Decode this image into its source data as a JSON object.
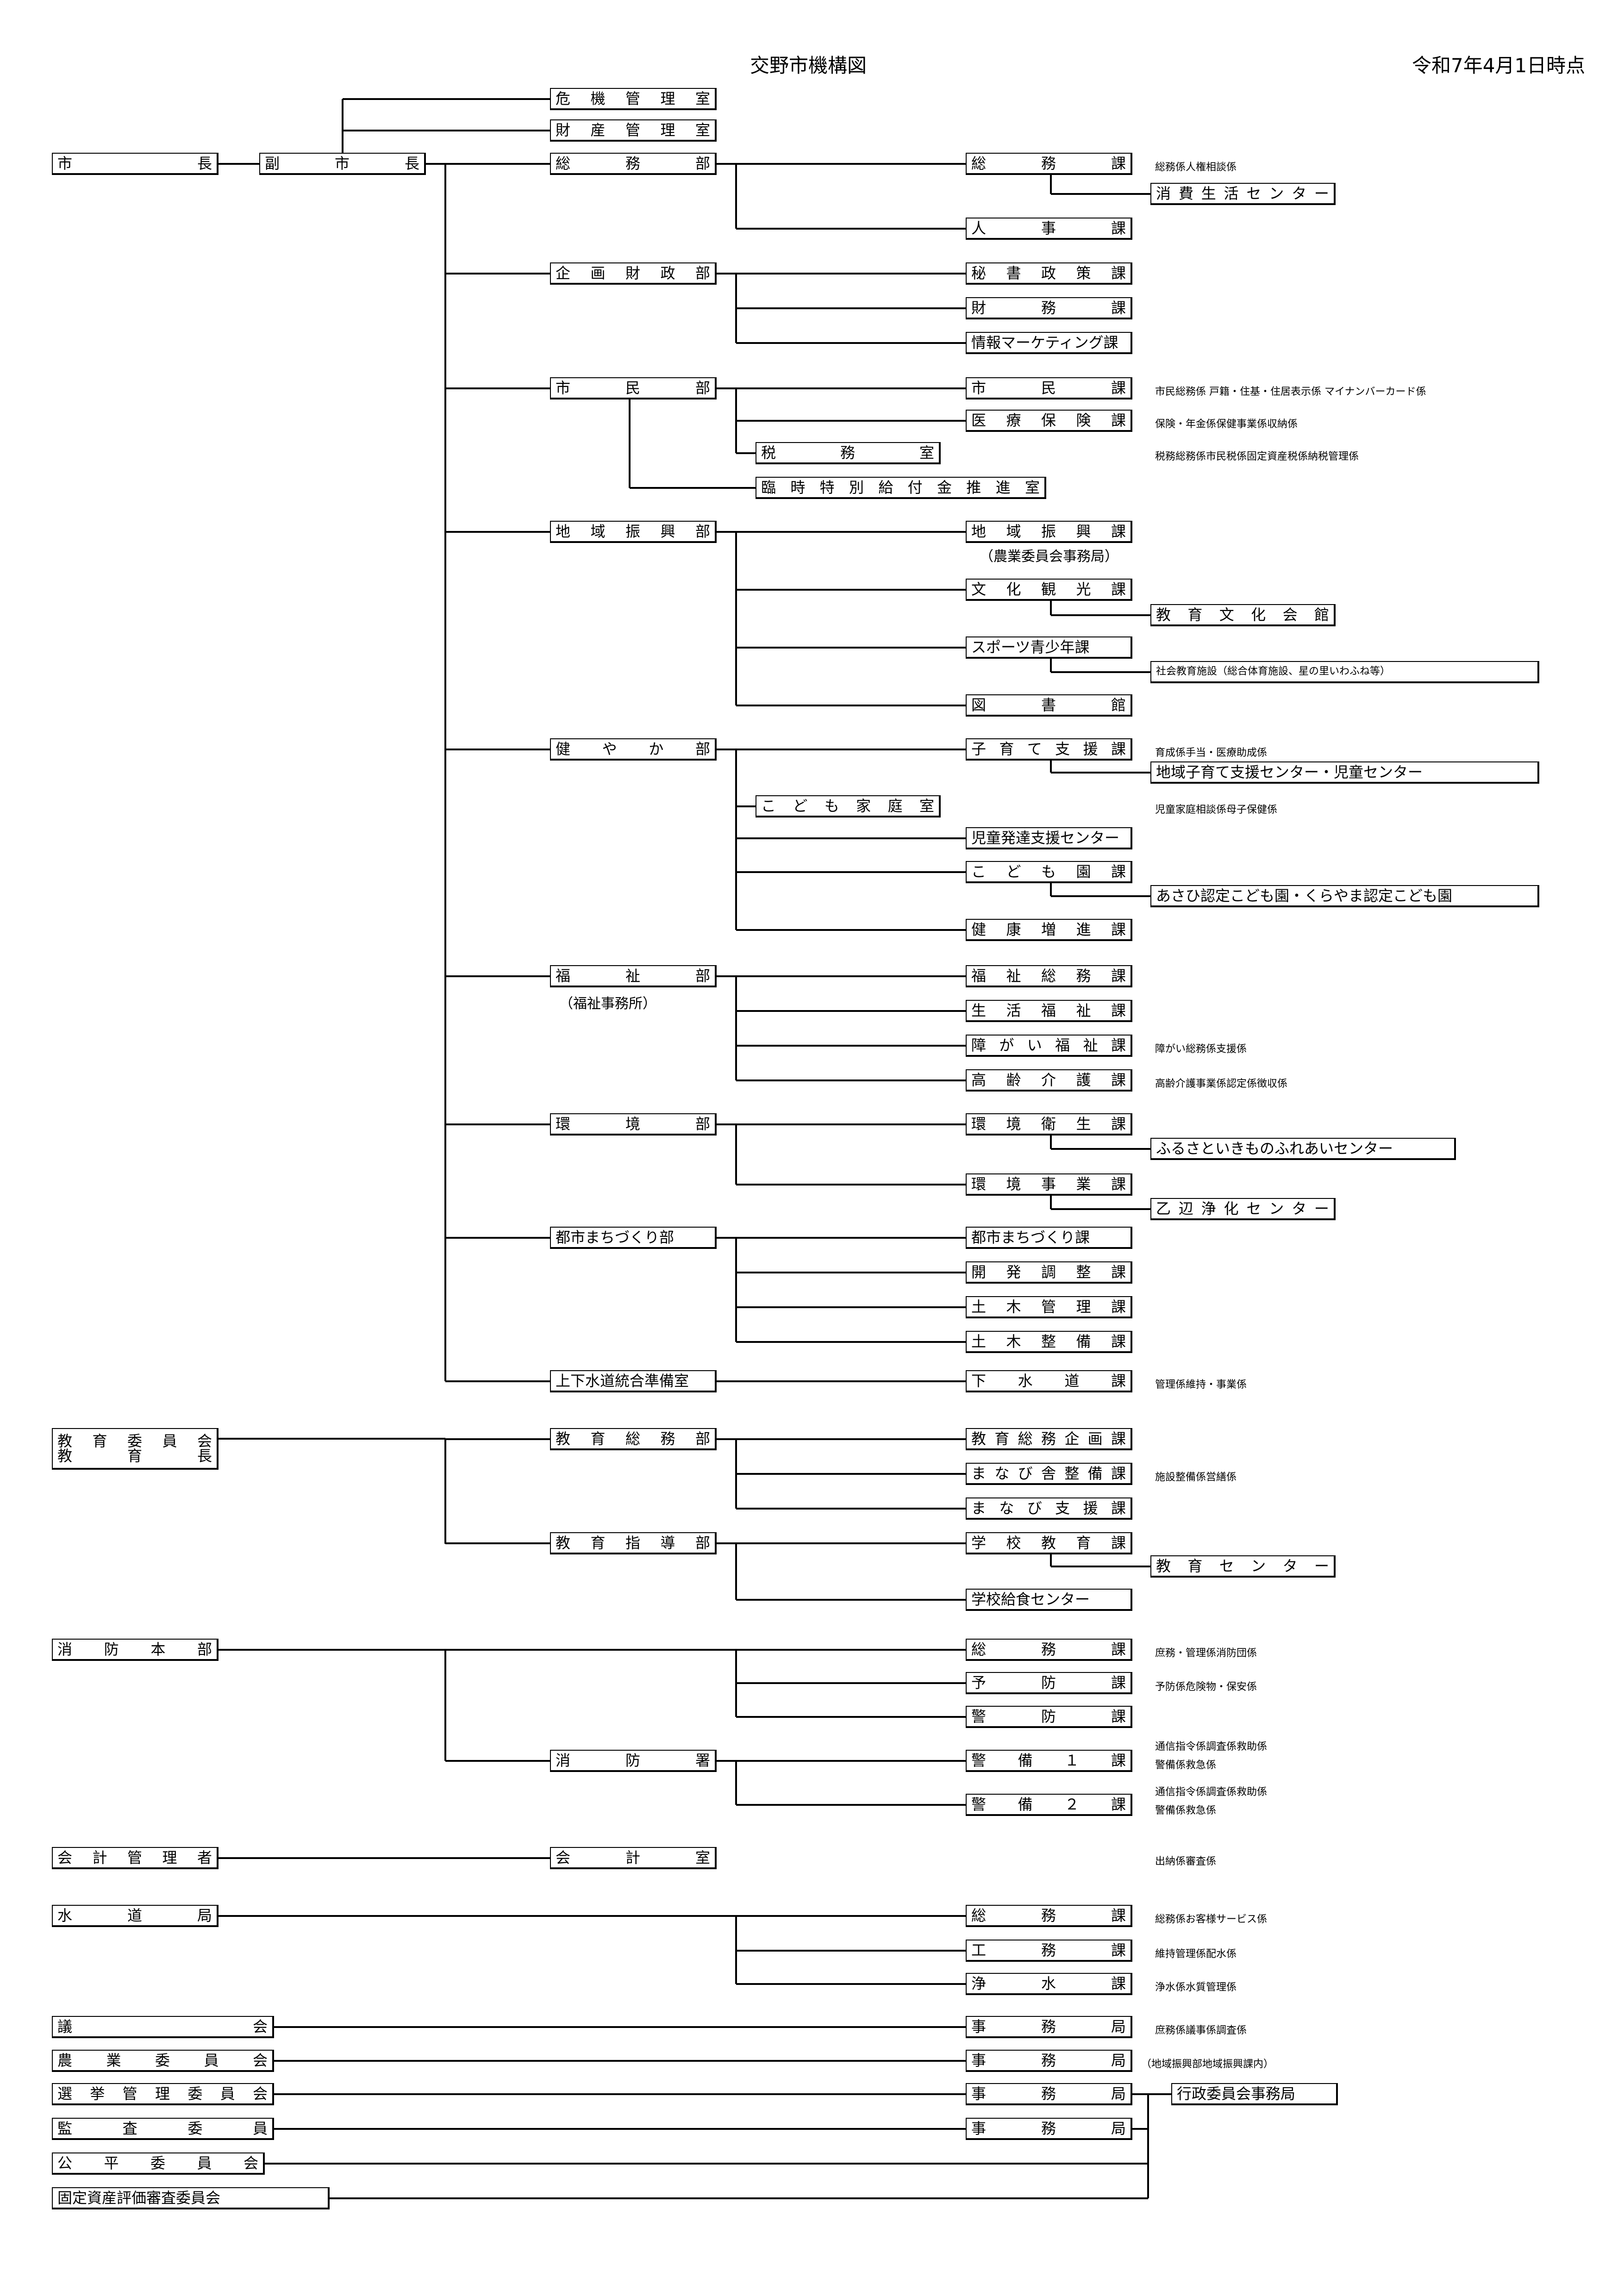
{
  "title": "交野市機構図",
  "as_of": "令和7年4月1日時点",
  "mayor": "市長",
  "vice_mayor": "副市長",
  "mayor_offices": [
    "危機管理室",
    "財産管理室"
  ],
  "departments": [
    {
      "name": "総務部",
      "divisions": [
        "総務課",
        "人事課"
      ],
      "extras": [
        "消費生活センター"
      ],
      "notes": [
        "総務係人権相談係"
      ]
    },
    {
      "name": "企画財政部",
      "divisions": [
        "秘書政策課",
        "財務課",
        "情報マーケティング課"
      ]
    },
    {
      "name": "市民部",
      "divisions": [
        "市民課",
        "医療保険課"
      ],
      "offices": [
        "税務室",
        "臨時特別給付金推進室"
      ],
      "notes": [
        "市民総務係 戸籍・住基・住居表示係 マイナンバーカード係",
        "保険・年金係保健事業係収納係",
        "税務総務係市民税係固定資産税係納税管理係"
      ]
    },
    {
      "name": "地域振興部",
      "divisions": [
        "地域振興課",
        "文化観光課",
        "スポーツ青少年課",
        "図書館"
      ],
      "division_note": "（農業委員会事務局）",
      "extras": [
        "教育文化会館"
      ],
      "facility_note": "社会教育施設（総合体育施設、星の里いわふね等）"
    },
    {
      "name": "健やか部",
      "divisions": [
        "子育て支援課",
        "児童発達支援センター",
        "こども園課",
        "健康増進課"
      ],
      "offices": [
        "こども家庭室"
      ],
      "extras": [
        "地域子育て支援センター・児童センター",
        "あさひ認定こども園・くらやま認定こども園"
      ],
      "notes": [
        "育成係手当・医療助成係",
        "児童家庭相談係母子保健係"
      ]
    },
    {
      "name": "福祉部",
      "sub": "（福祉事務所）",
      "divisions": [
        "福祉総務課",
        "生活福祉課",
        "障がい福祉課",
        "高齢介護課"
      ],
      "notes": [
        "障がい総務係支援係",
        "高齢介護事業係認定係徴収係"
      ]
    },
    {
      "name": "環境部",
      "divisions": [
        "環境衛生課",
        "環境事業課"
      ],
      "extras": [
        "ふるさといきものふれあいセンター",
        "乙辺浄化センター"
      ]
    },
    {
      "name": "都市まちづくり部",
      "divisions": [
        "都市まちづくり課",
        "開発調整課",
        "土木管理課",
        "土木整備課"
      ]
    },
    {
      "name": "上下水道統合準備室",
      "divisions": [
        "下水道課"
      ],
      "notes": [
        "管理係維持・事業係"
      ]
    }
  ],
  "education": {
    "board": "教育委員会",
    "superintendent": "教育長",
    "departments": [
      {
        "name": "教育総務部",
        "divisions": [
          "教育総務企画課",
          "まなび舎整備課",
          "まなび支援課"
        ],
        "notes": [
          "施設整備係営繕係"
        ]
      },
      {
        "name": "教育指導部",
        "divisions": [
          "学校教育課",
          "学校給食センター"
        ],
        "extras": [
          "教育センター"
        ]
      }
    ]
  },
  "fire": {
    "name": "消防本部",
    "divisions": [
      "総務課",
      "予防課",
      "警防課"
    ],
    "station": "消防署",
    "station_divisions": [
      "警備１課",
      "警備２課"
    ],
    "notes": [
      "庶務・管理係消防団係",
      "予防係危険物・保安係",
      "通信指令係調査係救助係",
      "警備係救急係",
      "通信指令係調査係救助係",
      "警備係救急係"
    ]
  },
  "accounting": {
    "name": "会計管理者",
    "office": "会計室",
    "note": "出納係審査係"
  },
  "water": {
    "name": "水道局",
    "divisions": [
      "総務課",
      "工務課",
      "浄水課"
    ],
    "notes": [
      "総務係お客様サービス係",
      "維持管理係配水係",
      "浄水係水質管理係"
    ]
  },
  "committees": [
    {
      "name": "議会",
      "office": "事務局",
      "note": "庶務係議事係調査係"
    },
    {
      "name": "農業委員会",
      "office": "事務局",
      "note": "（地域振興部地域振興課内）"
    },
    {
      "name": "選挙管理委員会",
      "office": "事務局"
    },
    {
      "name": "監査委員",
      "office": "事務局"
    },
    {
      "name": "公平委員会"
    },
    {
      "name": "固定資産評価審査委員会"
    }
  ],
  "shared_office": "行政委員会事務局"
}
